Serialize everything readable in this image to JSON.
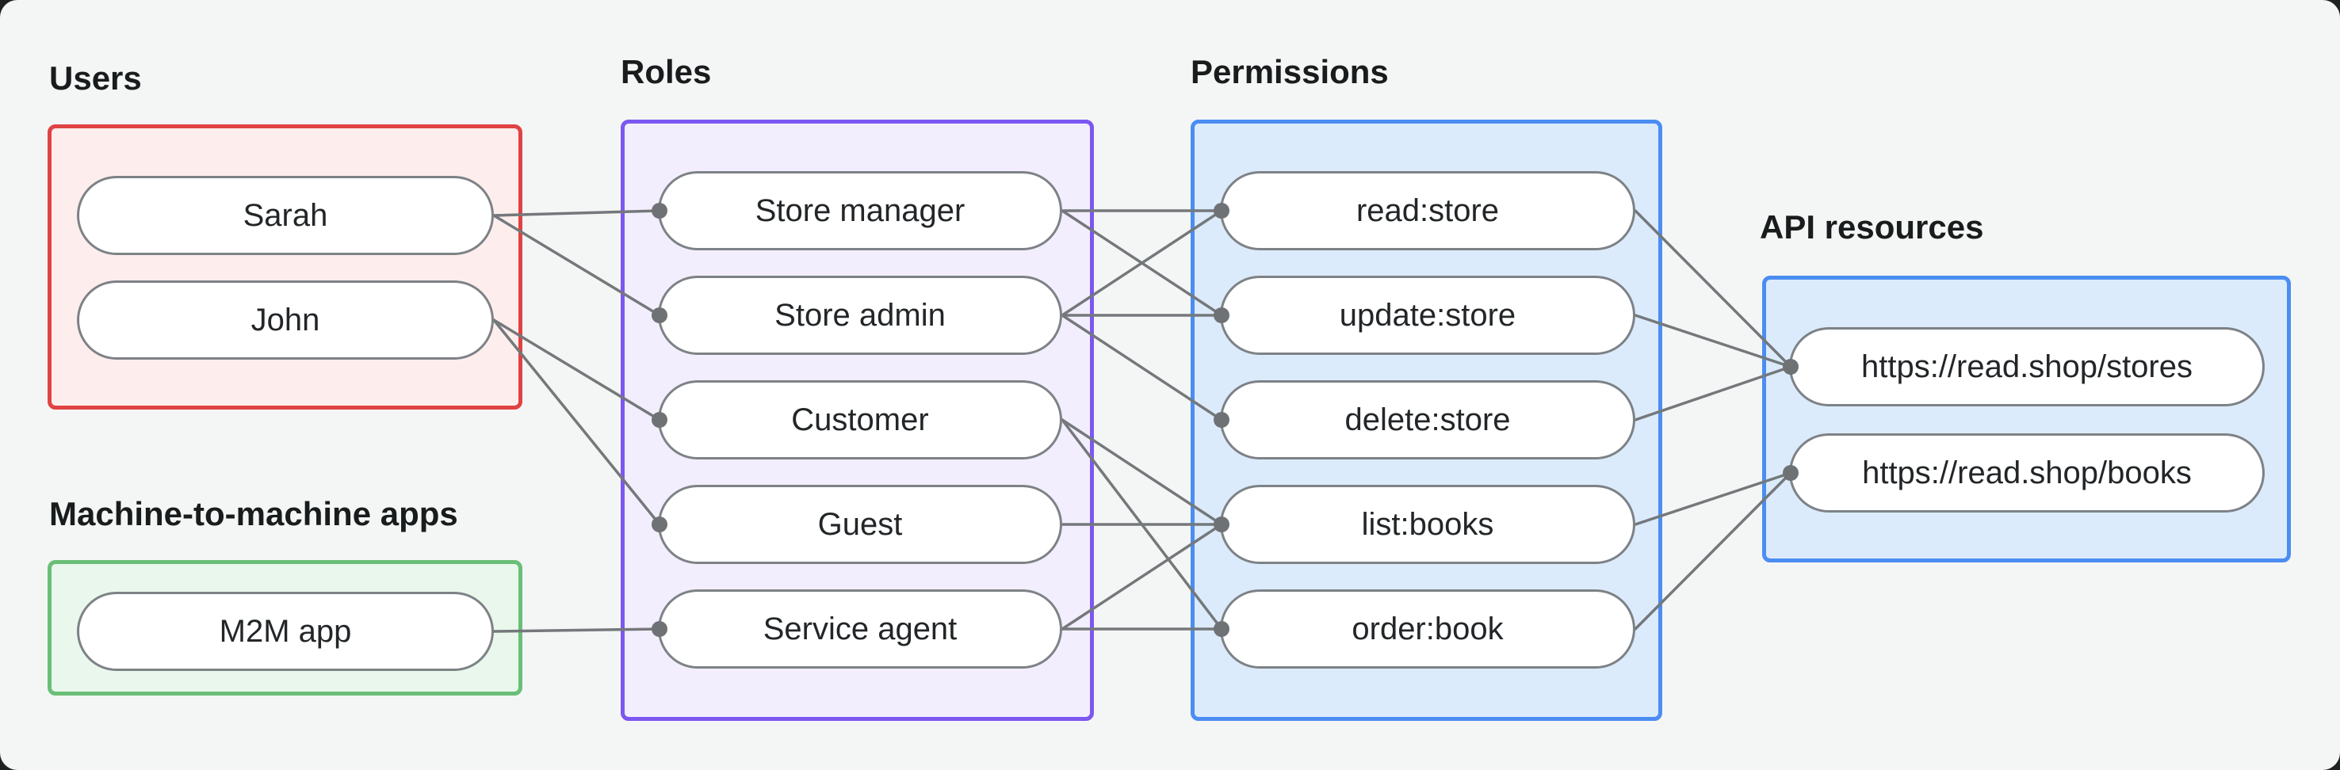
{
  "canvas": {
    "background": "#f4f6f5",
    "outside_background": "#1f231f"
  },
  "style": {
    "line_color": "#74787b",
    "dot_color": "#6e7275",
    "pill_border_color": "#7d8286",
    "pill_fill": "#ffffff",
    "label_color": "#191c1d",
    "node_text_color": "#232628"
  },
  "groups": [
    {
      "id": "users",
      "label": "Users",
      "border": "#e04343",
      "fill": "#fdeeed",
      "nodes": [
        {
          "id": "sarah",
          "label": "Sarah"
        },
        {
          "id": "john",
          "label": "John"
        }
      ]
    },
    {
      "id": "m2m",
      "label": "Machine-to-machine apps",
      "border": "#6abf77",
      "fill": "#e9f7ec",
      "nodes": [
        {
          "id": "m2m_app",
          "label": "M2M app"
        }
      ]
    },
    {
      "id": "roles",
      "label": "Roles",
      "border": "#7c57f0",
      "fill": "#f3eefd",
      "nodes": [
        {
          "id": "store_manager",
          "label": "Store manager"
        },
        {
          "id": "store_admin",
          "label": "Store admin"
        },
        {
          "id": "customer",
          "label": "Customer"
        },
        {
          "id": "guest",
          "label": "Guest"
        },
        {
          "id": "service_agent",
          "label": "Service agent"
        }
      ]
    },
    {
      "id": "permissions",
      "label": "Permissions",
      "border": "#4b8df2",
      "fill": "#dcebfb",
      "nodes": [
        {
          "id": "read_store",
          "label": "read:store"
        },
        {
          "id": "update_store",
          "label": "update:store"
        },
        {
          "id": "delete_store",
          "label": "delete:store"
        },
        {
          "id": "list_books",
          "label": "list:books"
        },
        {
          "id": "order_book",
          "label": "order:book"
        }
      ]
    },
    {
      "id": "api",
      "label": "API resources",
      "border": "#4b8df2",
      "fill": "#dcebfb",
      "nodes": [
        {
          "id": "stores",
          "label": "https://read.shop/stores"
        },
        {
          "id": "books",
          "label": "https://read.shop/books"
        }
      ]
    }
  ],
  "edges": [
    [
      "sarah",
      "store_manager"
    ],
    [
      "sarah",
      "store_admin"
    ],
    [
      "john",
      "customer"
    ],
    [
      "john",
      "guest"
    ],
    [
      "m2m_app",
      "service_agent"
    ],
    [
      "store_manager",
      "read_store"
    ],
    [
      "store_manager",
      "update_store"
    ],
    [
      "store_admin",
      "read_store"
    ],
    [
      "store_admin",
      "update_store"
    ],
    [
      "store_admin",
      "delete_store"
    ],
    [
      "customer",
      "list_books"
    ],
    [
      "customer",
      "order_book"
    ],
    [
      "guest",
      "list_books"
    ],
    [
      "service_agent",
      "list_books"
    ],
    [
      "service_agent",
      "order_book"
    ],
    [
      "read_store",
      "stores"
    ],
    [
      "update_store",
      "stores"
    ],
    [
      "delete_store",
      "stores"
    ],
    [
      "list_books",
      "books"
    ],
    [
      "order_book",
      "books"
    ]
  ]
}
